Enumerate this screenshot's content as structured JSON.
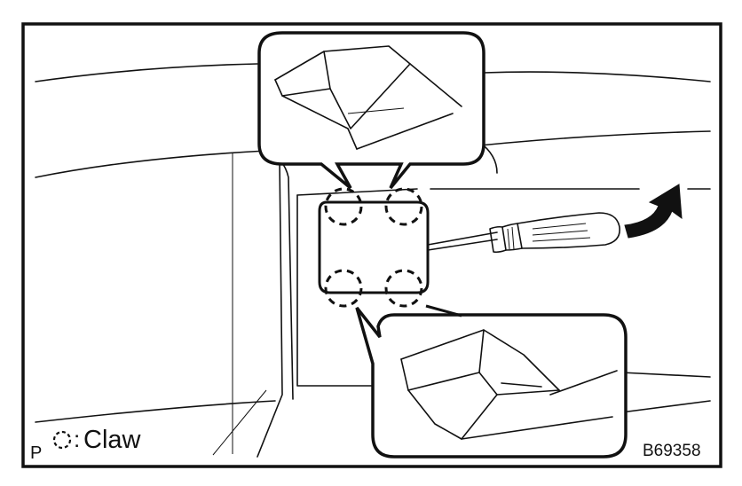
{
  "legend": {
    "marker": "P",
    "symbol_text": ":",
    "label": "Claw"
  },
  "figure_id": "B69358",
  "icons": {
    "claw_marker": "dashed-circle-icon",
    "arrow": "curved-arrow-icon",
    "tool": "screwdriver-icon"
  }
}
